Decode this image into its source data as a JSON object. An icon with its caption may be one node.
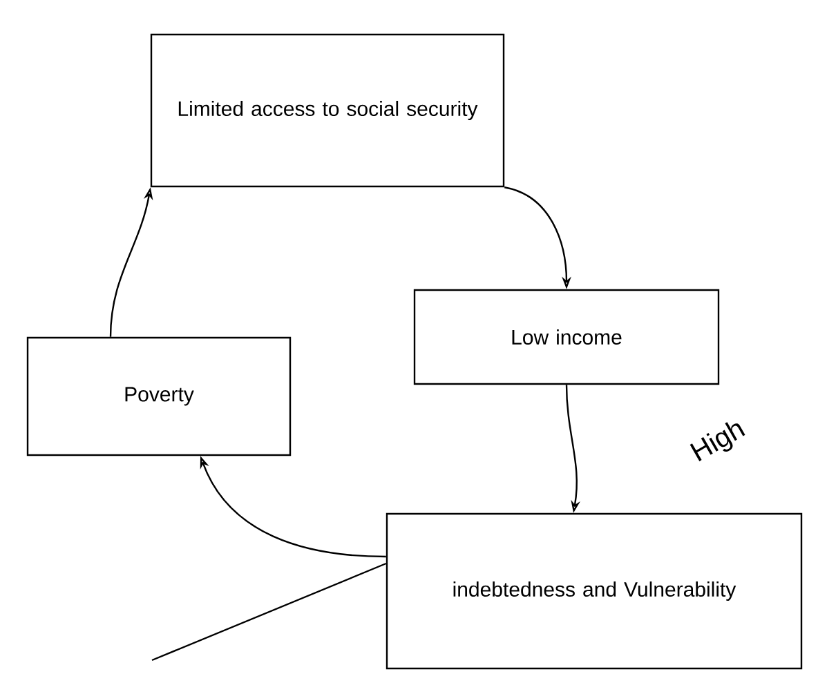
{
  "diagram": {
    "nodes": [
      {
        "text": [
          "Limited access to social security"
        ]
      },
      {
        "text": [
          "Low income"
        ]
      },
      {
        "text": [
          "Poverty"
        ]
      },
      {
        "text": [
          "indebtedness and Vulnerability"
        ]
      }
    ],
    "edges": [
      {
        "from": 0,
        "to": 1,
        "arrow": "to"
      },
      {
        "from": 1,
        "to": 3,
        "arrow": "to"
      },
      {
        "from": 3,
        "to": 2,
        "arrow": "to"
      },
      {
        "from": 2,
        "to": 0,
        "arrow": "to"
      },
      {
        "from": null,
        "to": 3,
        "arrow": "none"
      }
    ],
    "labels": [
      "High"
    ]
  }
}
